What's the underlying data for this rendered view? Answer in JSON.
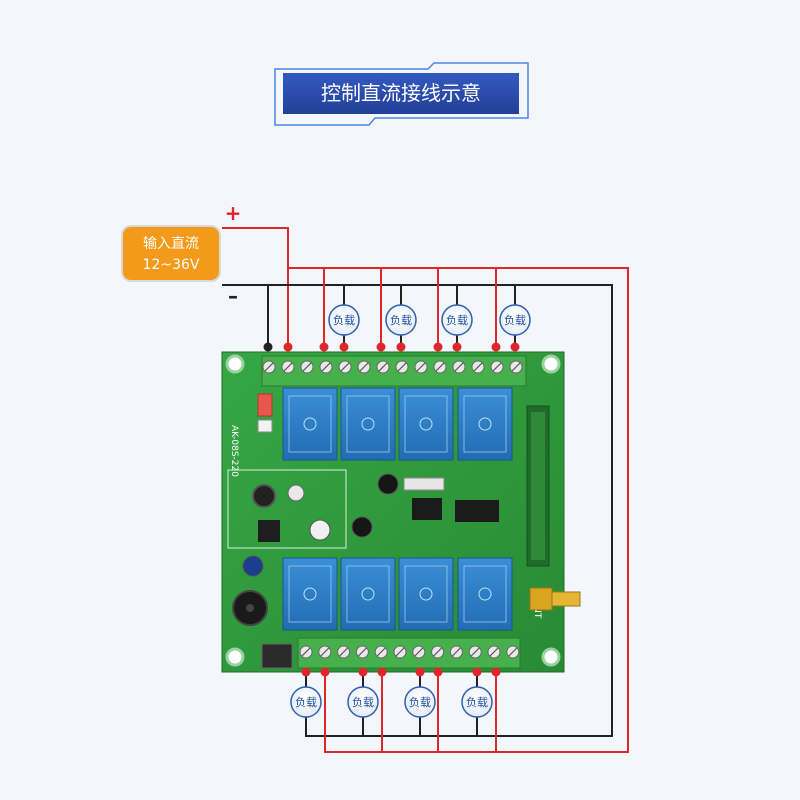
{
  "header": {
    "title": "控制直流接线示意"
  },
  "power": {
    "label_line1": "输入直流",
    "label_line2": "12~36V",
    "plus_sign": "+",
    "minus_sign": "–"
  },
  "load_label": "负载",
  "board": {
    "model_text": "AK-08S-220",
    "antenna_label": "ANT"
  },
  "colors": {
    "header_blue": "#2b4ba8",
    "header_border": "#3a6fd8",
    "badge_orange": "#f39a1b",
    "wire_red": "#e0262b",
    "wire_black": "#222222",
    "pcb_green": "#2f9a3c",
    "relay_blue": "#2f7fc6",
    "terminal_green": "#45b04c",
    "load_text": "#1f4fa0"
  }
}
